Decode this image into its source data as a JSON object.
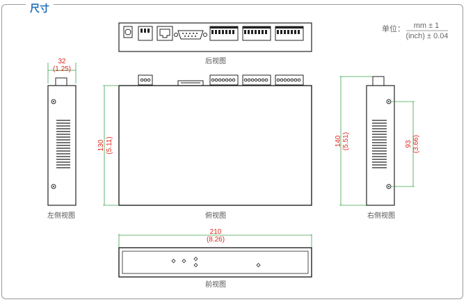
{
  "title": "尺寸",
  "unit": {
    "label": "单位：",
    "numerator": "mm ± 1",
    "denominator": "(inch) ± 0.04"
  },
  "views": {
    "rear": "后视图",
    "left": "左侧视图",
    "top": "俯视图",
    "right": "右侧视图",
    "front": "前视图"
  },
  "dimensions": {
    "left_width_mm": "32",
    "left_width_in": "(1.25)",
    "top_height_mm": "130",
    "top_height_in": "(5.11)",
    "right_height_mm": "140",
    "right_height_in": "(5.51)",
    "right_hole_mm": "93",
    "right_hole_in": "(3.66)",
    "front_width_mm": "210",
    "front_width_in": "(8.26)"
  },
  "colors": {
    "title": "#1f6fb8",
    "dimension_text": "#e0261b",
    "dimension_line": "#3aa04a",
    "device": "#222222"
  }
}
